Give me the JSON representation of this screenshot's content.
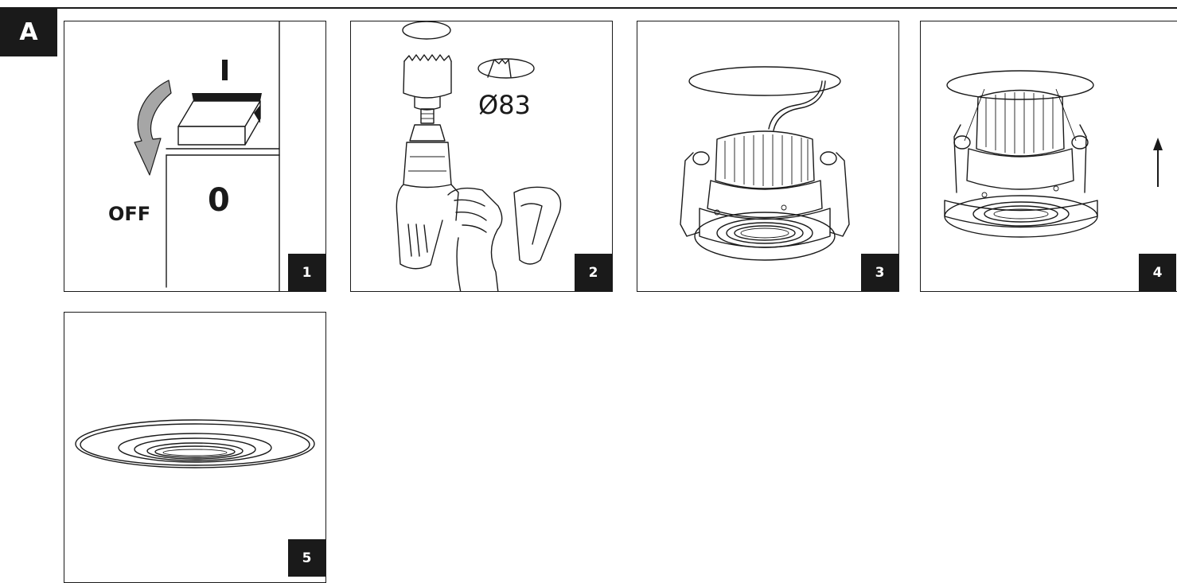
{
  "section": {
    "label": "A"
  },
  "steps": [
    {
      "number": "1",
      "off_label": "OFF",
      "on_symbol": "I",
      "off_symbol": "0",
      "icons": [
        "down-arrow-icon",
        "switch-icon"
      ]
    },
    {
      "number": "2",
      "hole_label": "Ø83",
      "icons": [
        "hole-saw-icon",
        "drill-icon"
      ]
    },
    {
      "number": "3",
      "icons": [
        "downlight-icon",
        "ceiling-cutout-icon"
      ]
    },
    {
      "number": "4",
      "icons": [
        "downlight-icon",
        "up-arrow-icon"
      ]
    },
    {
      "number": "5",
      "icons": [
        "installed-downlight-icon"
      ]
    }
  ],
  "colors": {
    "ink": "#1a1a1a",
    "arrow": "#a6a6a6",
    "paper": "#ffffff"
  }
}
